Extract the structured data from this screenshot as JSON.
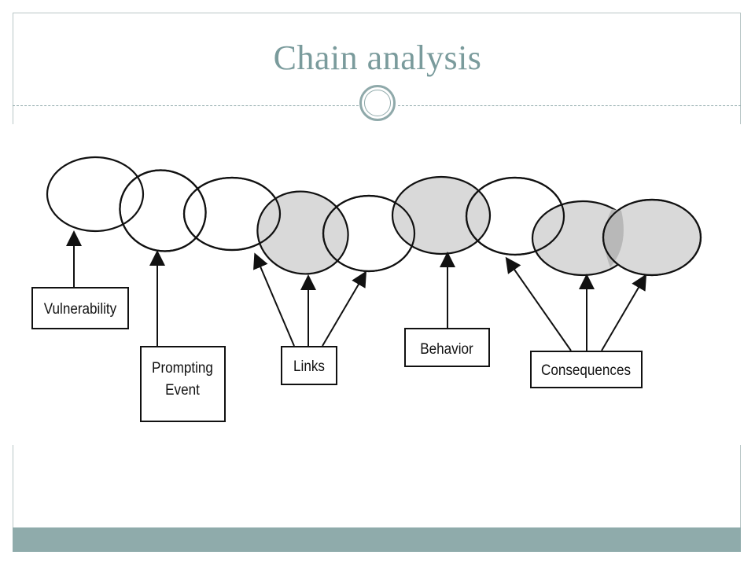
{
  "slide": {
    "title": "Chain analysis"
  },
  "diagram": {
    "labels": {
      "vulnerability": "Vulnerability",
      "prompting_line1": "Prompting",
      "prompting_line2": "Event",
      "links": "Links",
      "behavior": "Behavior",
      "consequences": "Consequences"
    },
    "colors": {
      "title": "#7a9b9c",
      "accent": "#8fabab",
      "shaded_fill": "#d9d9d9",
      "overlap_fill": "#b8b8b8",
      "ink": "#111111"
    }
  }
}
